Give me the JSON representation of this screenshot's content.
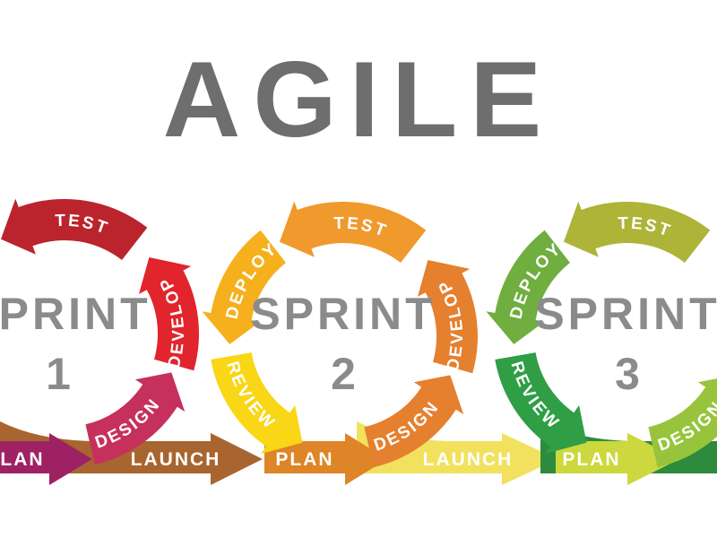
{
  "title": "AGILE",
  "title_color": "#6e6e6e",
  "sprint_text_color": "#8b8b8b",
  "background_color": "#ffffff",
  "sprints": [
    {
      "label": "SPRINT",
      "number": "1",
      "arrows": [
        {
          "role": "design",
          "label": "DESIGN",
          "color": "#c5315c"
        },
        {
          "role": "develop",
          "label": "DEVELOP",
          "color": "#e2242c"
        },
        {
          "role": "test",
          "label": "TEST",
          "color": "#bb242c"
        }
      ]
    },
    {
      "label": "SPRINT",
      "number": "2",
      "arrows": [
        {
          "role": "design",
          "label": "DESIGN",
          "color": "#e5802f"
        },
        {
          "role": "develop",
          "label": "DEVELOP",
          "color": "#e5802f"
        },
        {
          "role": "test",
          "label": "TEST",
          "color": "#f0992c"
        },
        {
          "role": "deploy",
          "label": "DEPLOY",
          "color": "#f6b01e"
        },
        {
          "role": "review",
          "label": "REVIEW",
          "color": "#f9d616"
        }
      ]
    },
    {
      "label": "SPRINT",
      "number": "3",
      "arrows": [
        {
          "role": "design",
          "label": "DESIGN",
          "color": "#97c43c"
        },
        {
          "role": "test",
          "label": "TEST",
          "color": "#adb437"
        },
        {
          "role": "deploy",
          "label": "DEPLOY",
          "color": "#6fae3f"
        },
        {
          "role": "review",
          "label": "REVIEW",
          "color": "#2f9e45"
        }
      ]
    }
  ],
  "flow": [
    {
      "role": "plan",
      "label": "PLAN",
      "color": "#9e2263"
    },
    {
      "role": "launch",
      "label": "LAUNCH",
      "color": "#a9652f"
    },
    {
      "role": "plan",
      "label": "PLAN",
      "color": "#dd8527"
    },
    {
      "role": "launch",
      "label": "LAUNCH",
      "color": "#f2e15e"
    },
    {
      "role": "plan",
      "label": "PLAN",
      "color": "#ccd83d"
    },
    {
      "role": "launch",
      "color": "#2e8b3d"
    }
  ]
}
